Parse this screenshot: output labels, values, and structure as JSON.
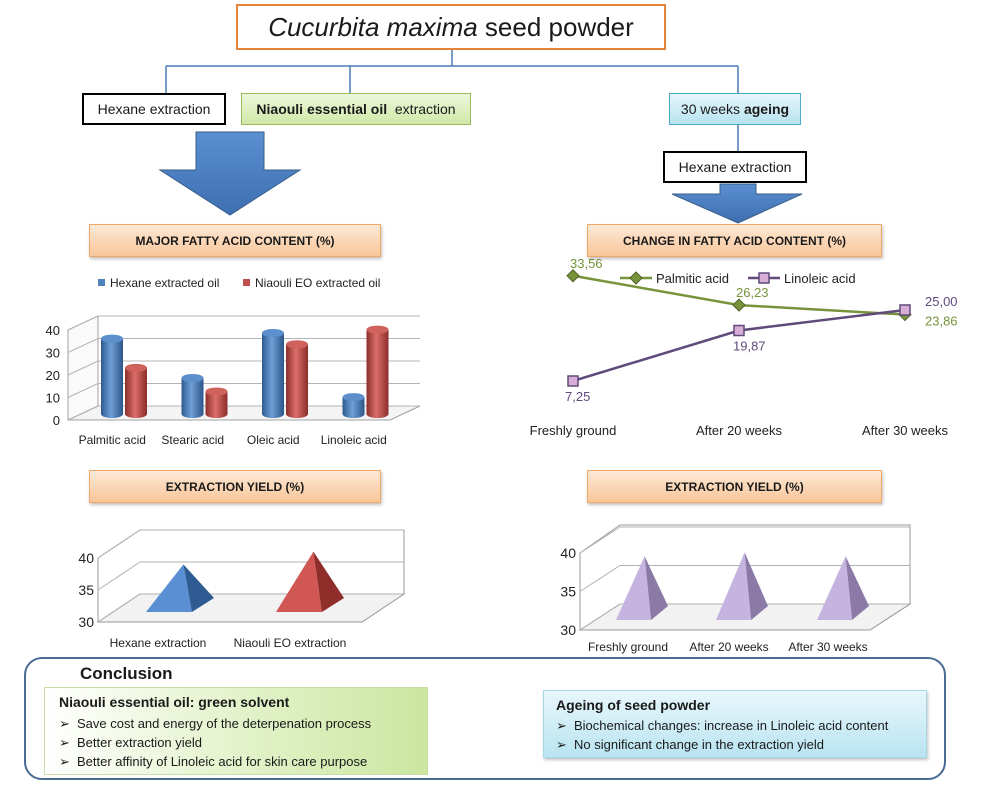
{
  "title": {
    "italic": "Cucurbita maxima",
    "rest": " seed powder"
  },
  "boxes": {
    "hexane_left": "Hexane extraction",
    "niaouli_bold": "Niaouli essential oil",
    "niaouli_rest": "extraction",
    "ageing_pre": "30 weeks ",
    "ageing_bold": "ageing",
    "hexane_right": "Hexane extraction"
  },
  "headers": {
    "major_fatty": "MAJOR FATTY ACID CONTENT (%)",
    "change_fatty": "CHANGE IN FATTY ACID CONTENT (%)",
    "yield_left": "EXTRACTION YIELD (%)",
    "yield_right": "EXTRACTION YIELD (%)"
  },
  "conclusion": {
    "title": "Conclusion",
    "green": {
      "head": "Niaouli essential oil: green solvent",
      "bullets": [
        "Save cost and energy of the deterpenation process",
        "Better extraction yield",
        "Better affinity of Linoleic acid for skin care purpose"
      ]
    },
    "cyan": {
      "head": "Ageing of seed powder",
      "bullets": [
        "Biochemical changes: increase in Linoleic acid content",
        "No significant change in the extraction yield"
      ]
    }
  },
  "colors": {
    "hexane_bar": "#4f81bd",
    "niaouli_bar": "#c0504d",
    "palmitic_line": "#77933c",
    "linoleic_line": "#604a7b",
    "pyramid_purple": "#c6b4e0",
    "arrow_blue": "#4f81bd"
  },
  "chart_data": [
    {
      "type": "bar",
      "categories": [
        "Palmitic acid",
        "Stearic acid",
        "Oleic acid",
        "Linoleic acid"
      ],
      "series": [
        {
          "name": "Hexane extracted oil",
          "values": [
            33.5,
            16,
            36,
            7.5
          ]
        },
        {
          "name": "Niaouli EO extracted oil",
          "values": [
            20.5,
            10,
            31,
            37.5
          ]
        }
      ],
      "yticks": [
        "0",
        "10",
        "20",
        "30",
        "40"
      ],
      "ylim": [
        0,
        40
      ],
      "legend": "top"
    },
    {
      "type": "line",
      "categories": [
        "Freshly ground",
        "After 20 weeks",
        "After 30 weeks"
      ],
      "series": [
        {
          "name": "Palmitic acid",
          "values": [
            33.56,
            26.23,
            23.86
          ],
          "labels": [
            "33,56",
            "26,23",
            "23,86"
          ]
        },
        {
          "name": "Linoleic acid",
          "values": [
            7.25,
            19.87,
            25.0
          ],
          "labels": [
            "7,25",
            "19,87",
            "25,00"
          ]
        }
      ],
      "ylim": [
        0,
        40
      ],
      "legend": "top"
    },
    {
      "type": "bar",
      "categories": [
        "Hexane extraction",
        "Niaouli EO extraction"
      ],
      "values": [
        36.5,
        38.5
      ],
      "yticks": [
        "30",
        "35",
        "40"
      ],
      "ylim": [
        30,
        40
      ]
    },
    {
      "type": "bar",
      "categories": [
        "Freshly ground",
        "After 20 weeks",
        "After 30 weeks"
      ],
      "values": [
        37.5,
        38,
        37.5
      ],
      "yticks": [
        "30",
        "35",
        "40"
      ],
      "ylim": [
        30,
        40
      ]
    }
  ]
}
